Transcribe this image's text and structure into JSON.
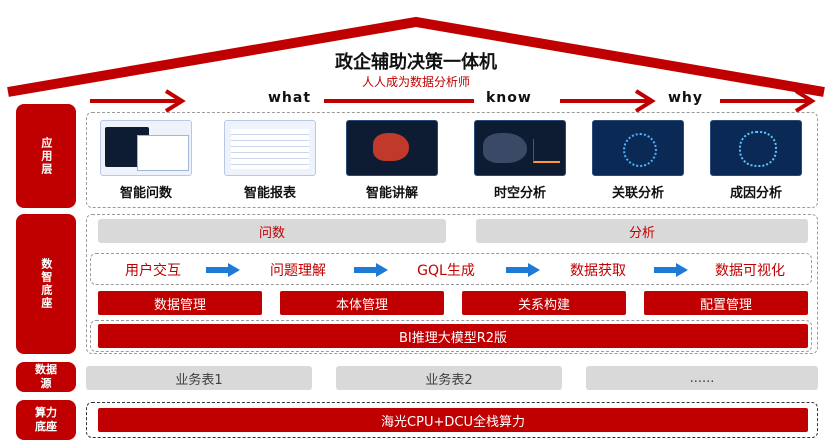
{
  "header": {
    "title": "政企辅助决策一体机",
    "subtitle": "人人成为数据分析师"
  },
  "flow_words": [
    "what",
    "know",
    "why"
  ],
  "layers": {
    "app": "应用层",
    "base": "数智底座",
    "source": "数据源",
    "compute": "算力底座"
  },
  "apps": [
    {
      "label": "智能问数",
      "style": "light"
    },
    {
      "label": "智能报表",
      "style": "light"
    },
    {
      "label": "智能讲解",
      "style": "dark"
    },
    {
      "label": "时空分析",
      "style": "dark"
    },
    {
      "label": "关联分析",
      "style": "dark"
    },
    {
      "label": "成因分析",
      "style": "dark"
    }
  ],
  "base": {
    "left_group": "问数",
    "right_group": "分析",
    "steps": [
      "用户交互",
      "问题理解",
      "GQL生成",
      "数据获取",
      "数据可视化"
    ],
    "modules": [
      "数据管理",
      "本体管理",
      "关系构建",
      "配置管理"
    ],
    "model": "BI推理大模型R2版"
  },
  "sources": [
    "业务表1",
    "业务表2",
    "......"
  ],
  "compute": "海光CPU+DCU全栈算力",
  "colors": {
    "accent": "#c00000",
    "blue": "#1f7ad6",
    "gray": "#d9d9d9"
  }
}
